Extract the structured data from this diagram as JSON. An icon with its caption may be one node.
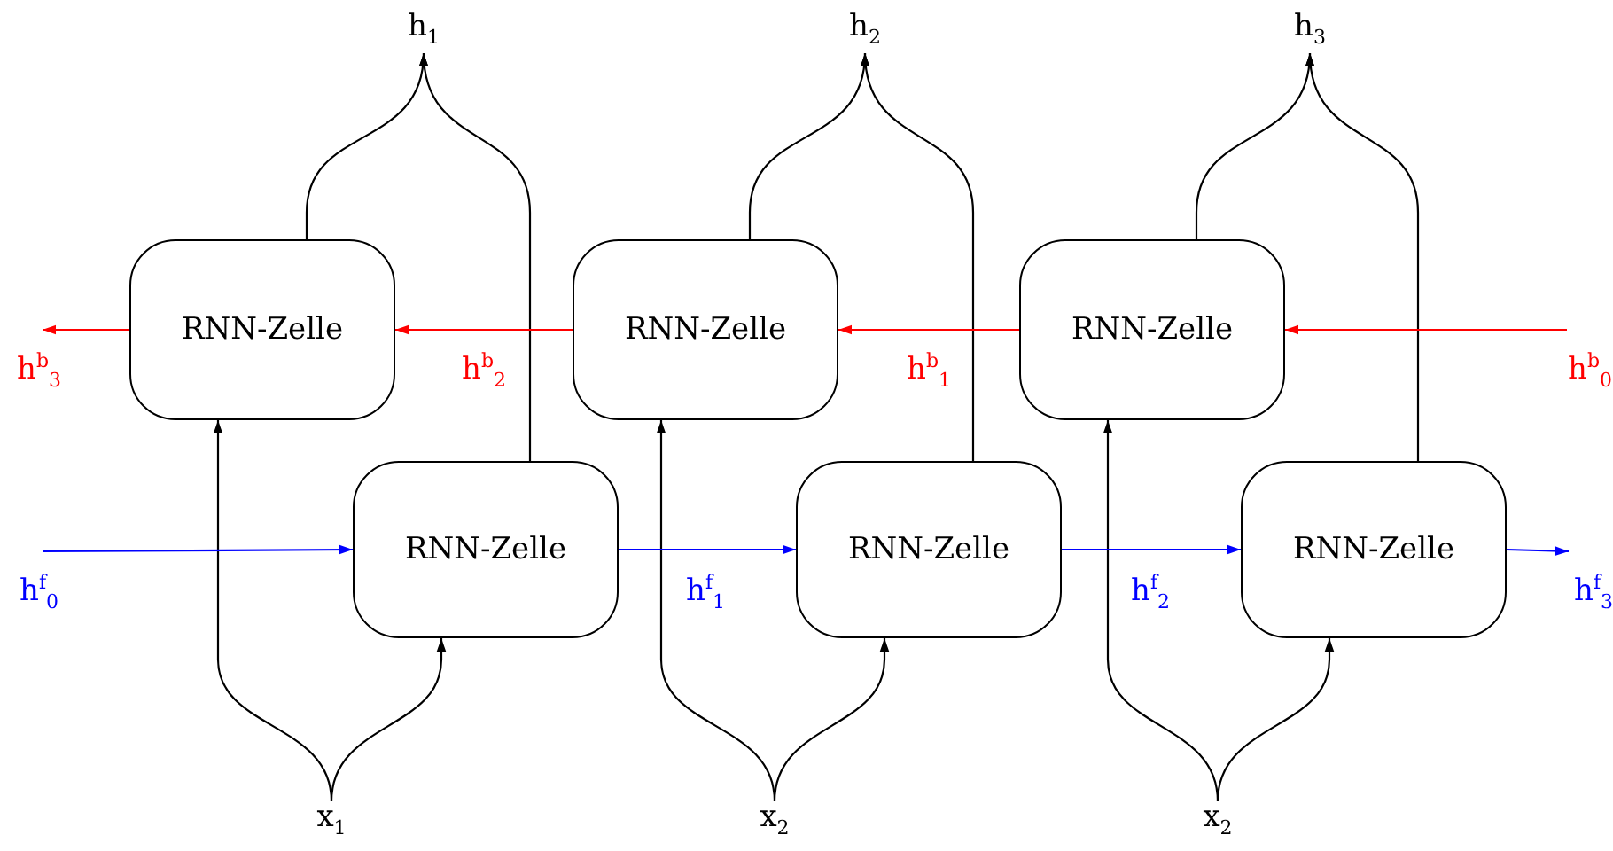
{
  "diagram": {
    "nodes": [
      {
        "text": [
          "h$_{1}$"
        ]
      },
      {
        "text": [
          "h$_{2}$"
        ]
      },
      {
        "text": [
          "h$_{3}$"
        ]
      },
      {
        "text": [
          "RNN-Zelle"
        ]
      },
      {
        "text": [
          "RNN-Zelle"
        ]
      },
      {
        "text": [
          "RNN-Zelle"
        ]
      },
      {
        "text": [
          "RNN-Zelle"
        ]
      },
      {
        "text": [
          "RNN-Zelle"
        ]
      },
      {
        "text": [
          "RNN-Zelle"
        ]
      },
      {
        "text": [
          "x$_{1}$"
        ]
      },
      {
        "text": [
          "x$_{2}$"
        ]
      },
      {
        "text": [
          "x$_{2}$"
        ]
      }
    ],
    "edges": [
      {
        "from": 9,
        "to": 3,
        "arrow": "to"
      },
      {
        "from": 9,
        "to": 6,
        "arrow": "to"
      },
      {
        "from": 3,
        "to": 0,
        "arrow": "to"
      },
      {
        "from": 6,
        "to": 0,
        "arrow": "to"
      },
      {
        "from": 10,
        "to": 4,
        "arrow": "to"
      },
      {
        "from": 10,
        "to": 7,
        "arrow": "to"
      },
      {
        "from": 4,
        "to": 1,
        "arrow": "to"
      },
      {
        "from": 7,
        "to": 1,
        "arrow": "to"
      },
      {
        "from": 11,
        "to": 5,
        "arrow": "to"
      },
      {
        "from": 11,
        "to": 8,
        "arrow": "to"
      },
      {
        "from": 5,
        "to": 2,
        "arrow": "to"
      },
      {
        "from": 8,
        "to": 2,
        "arrow": "to"
      },
      {
        "from": null,
        "to": 5,
        "arrow": "to",
        "label": "h$^{b}$$_{0}$",
        "color": "#ff0000"
      },
      {
        "from": 5,
        "to": 4,
        "arrow": "to",
        "label": "h$^{b}$$_{1}$",
        "color": "#ff0000"
      },
      {
        "from": 4,
        "to": 3,
        "arrow": "to",
        "label": "h$^{b}$$_{2}$",
        "color": "#ff0000"
      },
      {
        "from": 3,
        "to": null,
        "arrow": "to",
        "label": "h$^{b}$$_{3}$",
        "color": "#ff0000"
      },
      {
        "from": null,
        "to": 6,
        "arrow": "to",
        "label": "h$^{f}$$_{0}$",
        "color": "#0000ff"
      },
      {
        "from": 6,
        "to": 7,
        "arrow": "to",
        "label": "h$^{f}$$_{1}$",
        "color": "#0000ff"
      },
      {
        "from": 7,
        "to": 8,
        "arrow": "to",
        "label": "h$^{f}$$_{2}$",
        "color": "#0000ff"
      },
      {
        "from": 8,
        "to": null,
        "arrow": "to",
        "label": "h$^{f}$$_{3}$",
        "color": "#0000ff"
      }
    ]
  }
}
